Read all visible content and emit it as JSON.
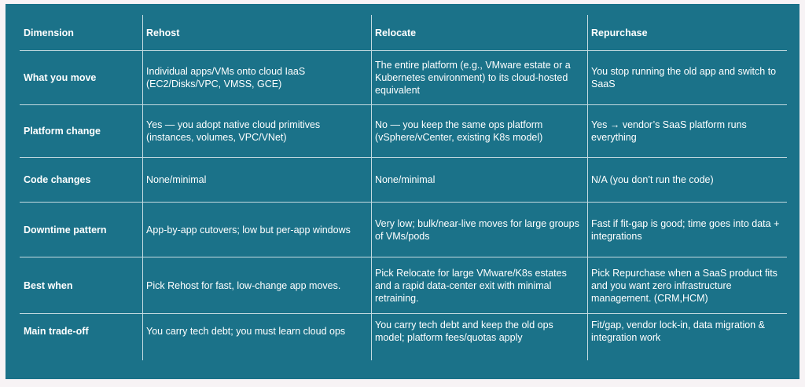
{
  "table": {
    "headers": [
      "Dimension",
      "Rehost",
      "Relocate",
      "Repurchase"
    ],
    "rows": [
      {
        "dimension": "What you move",
        "rehost": "Individual apps/VMs onto cloud IaaS (EC2/Disks/VPC, VMSS, GCE)",
        "relocate": "The entire platform (e.g., VMware estate or a Kubernetes environment) to its cloud-hosted equivalent",
        "repurchase": "You stop running the old app and switch to SaaS"
      },
      {
        "dimension": "Platform change",
        "rehost": "Yes — you adopt native cloud primitives (instances, volumes, VPC/VNet)",
        "relocate": "No — you keep the same ops platform (vSphere/vCenter, existing K8s model)",
        "repurchase": "Yes → vendor’s SaaS platform runs everything"
      },
      {
        "dimension": "Code changes",
        "rehost": "None/minimal",
        "relocate": "None/minimal",
        "repurchase": "N/A (you don’t run the code)"
      },
      {
        "dimension": "Downtime pattern",
        "rehost": "App-by-app cutovers; low but per-app windows",
        "relocate": "Very low; bulk/near-live moves for large groups of VMs/pods",
        "repurchase": "Fast if fit-gap is good; time goes into data + integrations"
      },
      {
        "dimension": "Best when",
        "rehost": "Pick Rehost for fast, low-change app moves.",
        "relocate": "Pick Relocate for large VMware/K8s estates and a rapid data-center exit with minimal retraining.",
        "repurchase": "Pick Repurchase when a SaaS product fits and you want zero infrastructure management. (CRM,HCM)"
      },
      {
        "dimension": "Main trade-off",
        "rehost": "You carry tech debt; you must learn cloud ops",
        "relocate": "You carry tech debt and keep the old ops model; platform fees/quotas apply",
        "repurchase": "Fit/gap, vendor lock-in, data migration & integration work"
      }
    ]
  },
  "colors": {
    "panel_background": "#1b7289",
    "text": "#ffffff",
    "grid_lines": "#ffffff"
  }
}
